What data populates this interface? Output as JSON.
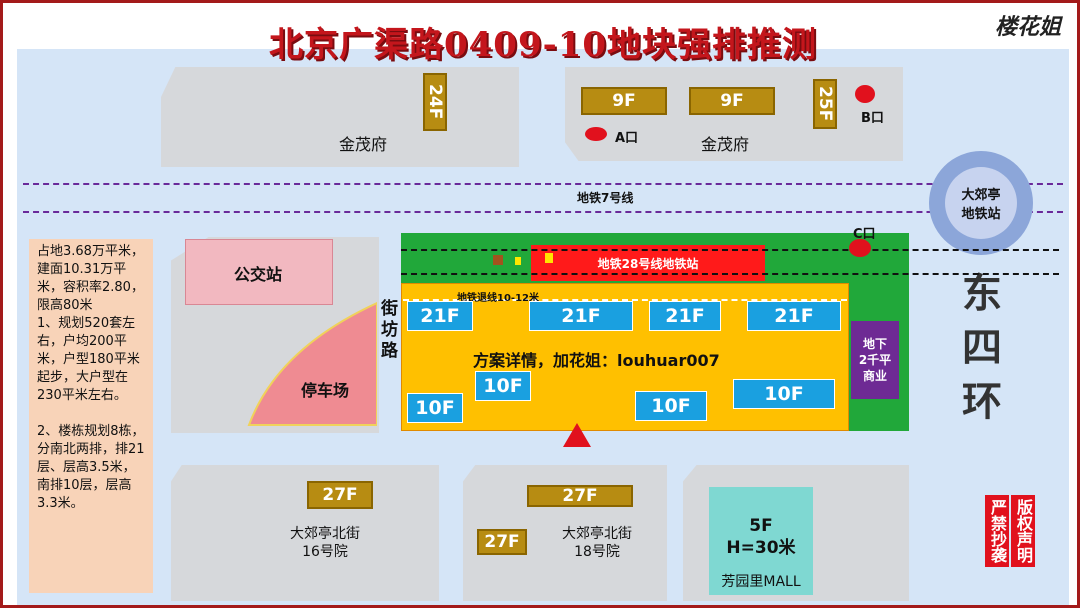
{
  "title": "北京广渠路0409-10地块强排推测",
  "logo": "楼花姐",
  "north_block": {
    "label": "金茂府",
    "building": "24F"
  },
  "north_east_block": {
    "label": "金茂府",
    "buildings": [
      "9F",
      "9F",
      "25F"
    ],
    "exit_a": "A口",
    "exit_b": "B口"
  },
  "metro_line7": "地铁7号线",
  "station": {
    "line1": "大郊亭",
    "line2": "地铁站"
  },
  "exit_c": "C口",
  "east_road": "东四环",
  "bus_station": "公交站",
  "parking": "停车场",
  "road_west": "街坊路",
  "metro28_station": "地铁28号线地铁站",
  "setback": "地铁退线10-12米",
  "promo": "方案详情，加花姐：louhuar007",
  "towers_north": [
    "21F",
    "21F",
    "21F",
    "21F"
  ],
  "towers_south": [
    "10F",
    "10F",
    "10F",
    "10F"
  ],
  "underground": {
    "line1": "地下",
    "line2": "2千平",
    "line3": "商业"
  },
  "info": {
    "p1": "占地3.68万平米，建面10.31万平米，容积率2.80，限高80米",
    "p2": "1、规划520套左右，户均200平米，户型180平米起步，大户型在230平米左右。",
    "p3": "2、楼栋规划8栋，分南北两排，排21层、层高3.5米，南排10层，层高3.3米。"
  },
  "south_block_1": {
    "building": "27F",
    "label1": "大郊亭北街",
    "label2": "16号院"
  },
  "south_block_2": {
    "buildings": [
      "27F",
      "27F"
    ],
    "label1": "大郊亭北街",
    "label2": "18号院"
  },
  "mall": {
    "line1": "5F",
    "line2": "H=30米",
    "name": "芳园里MALL"
  },
  "copyright": {
    "col1": "版权声明",
    "col2": "严禁抄袭"
  },
  "colors": {
    "title_red": "#c4161c",
    "site_yellow": "#ffc000",
    "metro_red": "#ff1a1a",
    "green": "#21a83a",
    "tower_blue": "#1aa0e0",
    "road_blue": "#d5e5f7",
    "block_gray": "#d6d8db"
  }
}
